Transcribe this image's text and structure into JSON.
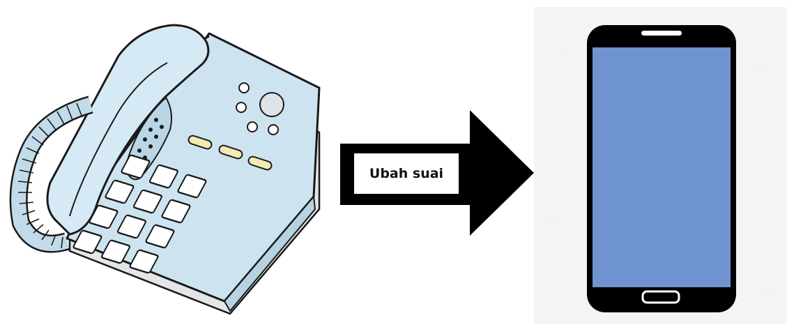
{
  "diagram": {
    "arrow_label": "Ubah suai",
    "nodes": [
      {
        "id": "desk-phone",
        "icon": "landline-telephone-icon"
      },
      {
        "id": "smartphone",
        "icon": "smartphone-icon"
      }
    ],
    "edges": [
      {
        "from": "desk-phone",
        "to": "smartphone",
        "label": "Ubah suai"
      }
    ],
    "colors": {
      "phone_body": "#cde4f0",
      "phone_outline": "#1a1a1a",
      "phone_indicator": "#f4eab2",
      "arrow": "#000000",
      "screen": "#6f94cf",
      "smartphone_frame": "#000000",
      "panel_background": "#f4f4f4"
    }
  }
}
